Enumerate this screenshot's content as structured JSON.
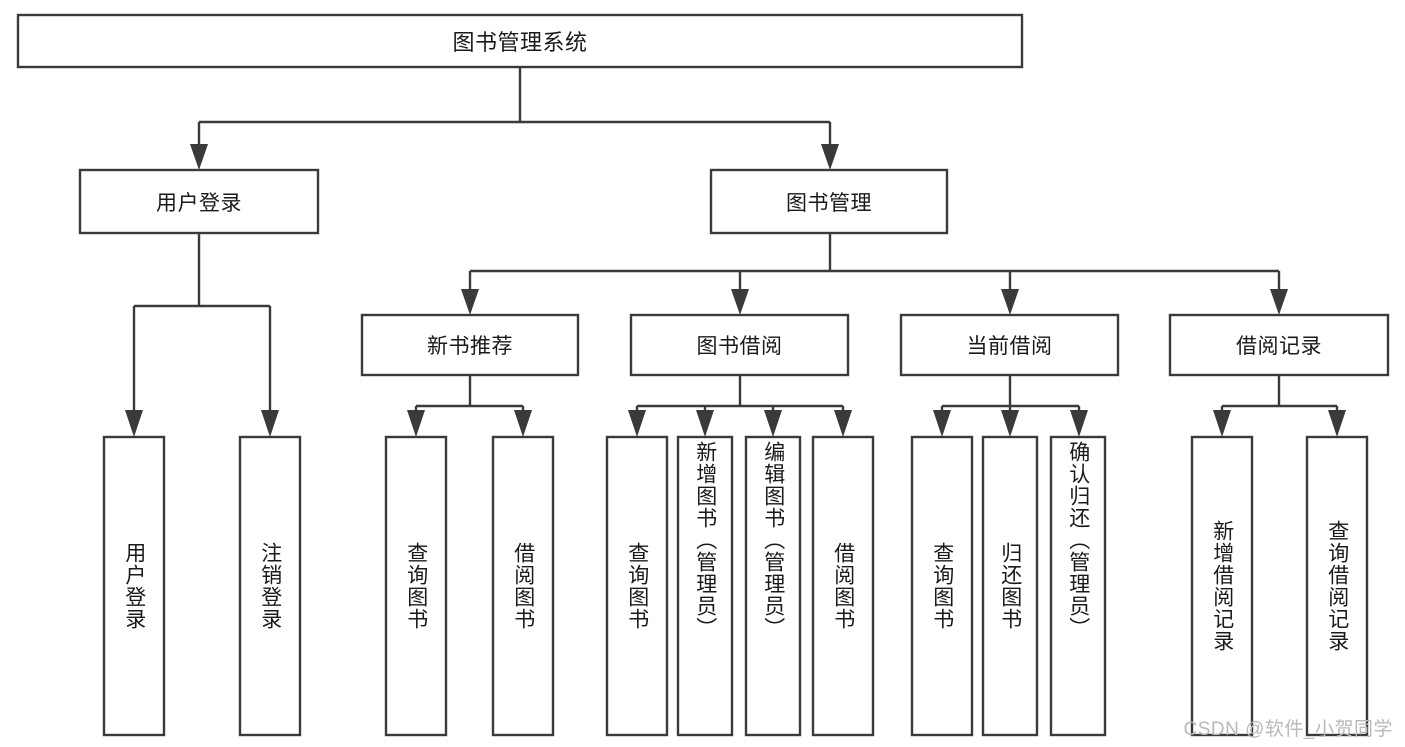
{
  "diagram": {
    "type": "tree-hierarchy",
    "title": "图书管理系统",
    "orientation": "top-down",
    "watermark": "CSDN @软件_小贺同学",
    "colors": {
      "box_fill": "#ffffff",
      "box_stroke": "#3a3a3a",
      "connector": "#3a3a3a",
      "text": "#1a1a1a",
      "background": "#ffffff",
      "watermark": "#b9b9b9"
    },
    "nodes": {
      "root": {
        "id": "root",
        "label": "图书管理系统",
        "level": 0,
        "orientation": "horizontal"
      },
      "level1": [
        {
          "id": "user-login",
          "label": "用户登录",
          "level": 1,
          "orientation": "horizontal"
        },
        {
          "id": "book-manage",
          "label": "图书管理",
          "level": 1,
          "orientation": "horizontal"
        }
      ],
      "level2": [
        {
          "id": "new-book-recommend",
          "label": "新书推荐",
          "level": 2,
          "orientation": "horizontal",
          "parent": "book-manage"
        },
        {
          "id": "book-borrow",
          "label": "图书借阅",
          "level": 2,
          "orientation": "horizontal",
          "parent": "book-manage"
        },
        {
          "id": "current-borrow",
          "label": "当前借阅",
          "level": 2,
          "orientation": "horizontal",
          "parent": "book-manage"
        },
        {
          "id": "borrow-record",
          "label": "借阅记录",
          "level": 2,
          "orientation": "horizontal",
          "parent": "book-manage"
        }
      ],
      "leaves": [
        {
          "id": "leaf-user-login",
          "label": "用户登录",
          "orientation": "vertical",
          "parent": "user-login"
        },
        {
          "id": "leaf-logout-login",
          "label": "注销登录",
          "orientation": "vertical",
          "parent": "user-login"
        },
        {
          "id": "leaf-query-book-1",
          "label": "查询图书",
          "orientation": "vertical",
          "parent": "new-book-recommend"
        },
        {
          "id": "leaf-borrow-book-1",
          "label": "借阅图书",
          "orientation": "vertical",
          "parent": "new-book-recommend"
        },
        {
          "id": "leaf-query-book-2",
          "label": "查询图书",
          "orientation": "vertical",
          "parent": "book-borrow"
        },
        {
          "id": "leaf-add-book",
          "label": "新增图书（管理员）",
          "orientation": "vertical",
          "parent": "book-borrow"
        },
        {
          "id": "leaf-edit-book",
          "label": "编辑图书（管理员）",
          "orientation": "vertical",
          "parent": "book-borrow"
        },
        {
          "id": "leaf-borrow-book-2",
          "label": "借阅图书",
          "orientation": "vertical",
          "parent": "book-borrow"
        },
        {
          "id": "leaf-query-book-3",
          "label": "查询图书",
          "orientation": "vertical",
          "parent": "current-borrow"
        },
        {
          "id": "leaf-return-book",
          "label": "归还图书",
          "orientation": "vertical",
          "parent": "current-borrow"
        },
        {
          "id": "leaf-confirm-return",
          "label": "确认归还（管理员）",
          "orientation": "vertical",
          "parent": "current-borrow"
        },
        {
          "id": "leaf-add-record",
          "label": "新增借阅记录",
          "orientation": "vertical",
          "parent": "borrow-record"
        },
        {
          "id": "leaf-query-record",
          "label": "查询借阅记录",
          "orientation": "vertical",
          "parent": "borrow-record"
        }
      ]
    }
  }
}
